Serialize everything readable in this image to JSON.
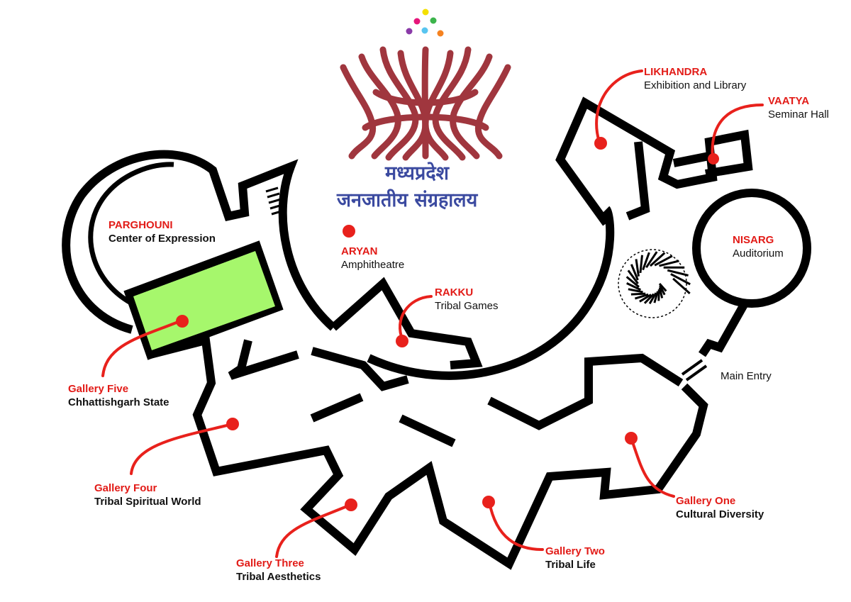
{
  "colors": {
    "wall": "#000000",
    "accent_red": "#e8211c",
    "label_red": "#e21b17",
    "highlight_green": "#a6f76c",
    "logo_maroon": "#a0363e",
    "logo_blue": "#3b4aa0",
    "dot_colors": [
      "#f4e000",
      "#e6157a",
      "#3cb44b",
      "#8a3aa8",
      "#58c5f0",
      "#f58220"
    ]
  },
  "logo": {
    "title_line1": "मध्यप्रदेश",
    "title_line2": "जनजातीय संग्रहालय"
  },
  "areas": [
    {
      "id": "parghouni",
      "name": "PARGHOUNI",
      "desc": "Center of Expression",
      "desc_bold": true
    },
    {
      "id": "aryan",
      "name": "ARYAN",
      "desc": "Amphitheatre",
      "desc_bold": false
    },
    {
      "id": "rakku",
      "name": "RAKKU",
      "desc": "Tribal Games",
      "desc_bold": false
    },
    {
      "id": "likhandra",
      "name": "LIKHANDRA",
      "desc": "Exhibition and Library",
      "desc_bold": false
    },
    {
      "id": "vaatya",
      "name": "VAATYA",
      "desc": "Seminar Hall",
      "desc_bold": false
    },
    {
      "id": "nisarg",
      "name": "NISARG",
      "desc": "Auditorium",
      "desc_bold": false
    },
    {
      "id": "gallery-five",
      "name": "Gallery Five",
      "desc": "Chhattishgarh State",
      "desc_bold": true
    },
    {
      "id": "gallery-four",
      "name": "Gallery Four",
      "desc": "Tribal Spiritual World",
      "desc_bold": true
    },
    {
      "id": "gallery-three",
      "name": "Gallery Three",
      "desc": "Tribal Aesthetics",
      "desc_bold": true
    },
    {
      "id": "gallery-two",
      "name": "Gallery Two",
      "desc": "Tribal Life",
      "desc_bold": true
    },
    {
      "id": "gallery-one",
      "name": "Gallery One",
      "desc": "Cultural Diversity",
      "desc_bold": true
    }
  ],
  "entry": {
    "label": "Main Entry"
  }
}
